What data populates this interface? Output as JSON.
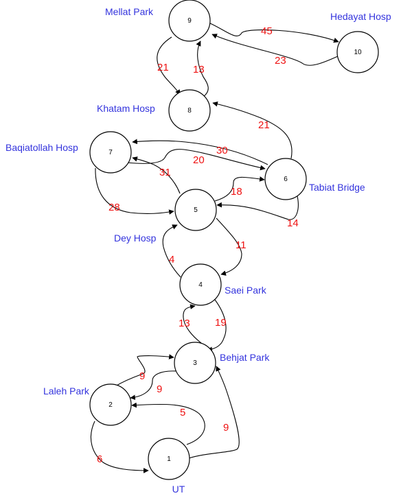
{
  "nodes": [
    {
      "id": "1",
      "label": "UT"
    },
    {
      "id": "2",
      "label": "Laleh Park"
    },
    {
      "id": "3",
      "label": "Behjat Park"
    },
    {
      "id": "4",
      "label": "Saei Park"
    },
    {
      "id": "5",
      "label": "Dey Hosp"
    },
    {
      "id": "6",
      "label": "Tabiat Bridge"
    },
    {
      "id": "7",
      "label": "Baqiatollah Hosp"
    },
    {
      "id": "8",
      "label": "Khatam Hosp"
    },
    {
      "id": "9",
      "label": "Mellat Park"
    },
    {
      "id": "10",
      "label": "Hedayat Hosp"
    }
  ],
  "edges": [
    {
      "from": "9",
      "to": "10",
      "weight": "45"
    },
    {
      "from": "10",
      "to": "9",
      "weight": "23"
    },
    {
      "from": "9",
      "to": "8",
      "weight": "21"
    },
    {
      "from": "8",
      "to": "9",
      "weight": "13"
    },
    {
      "from": "6",
      "to": "8",
      "weight": "21"
    },
    {
      "from": "6",
      "to": "7",
      "weight": "30"
    },
    {
      "from": "7",
      "to": "6",
      "weight": "20"
    },
    {
      "from": "5",
      "to": "7",
      "weight": "31"
    },
    {
      "from": "7",
      "to": "5",
      "weight": "28"
    },
    {
      "from": "5",
      "to": "6",
      "weight": "18"
    },
    {
      "from": "6",
      "to": "5",
      "weight": "14"
    },
    {
      "from": "5",
      "to": "4",
      "weight": "11"
    },
    {
      "from": "4",
      "to": "5",
      "weight": "4"
    },
    {
      "from": "3",
      "to": "4",
      "weight": "13"
    },
    {
      "from": "4",
      "to": "3",
      "weight": "19"
    },
    {
      "from": "2",
      "to": "3",
      "weight": "9"
    },
    {
      "from": "3",
      "to": "2",
      "weight": "9"
    },
    {
      "from": "1",
      "to": "2",
      "weight": "5"
    },
    {
      "from": "2",
      "to": "1",
      "weight": "6"
    },
    {
      "from": "1",
      "to": "3",
      "weight": "9"
    }
  ],
  "colors": {
    "place_label": "#3333dd",
    "weight_label": "#ee1111",
    "stroke": "#000000"
  }
}
